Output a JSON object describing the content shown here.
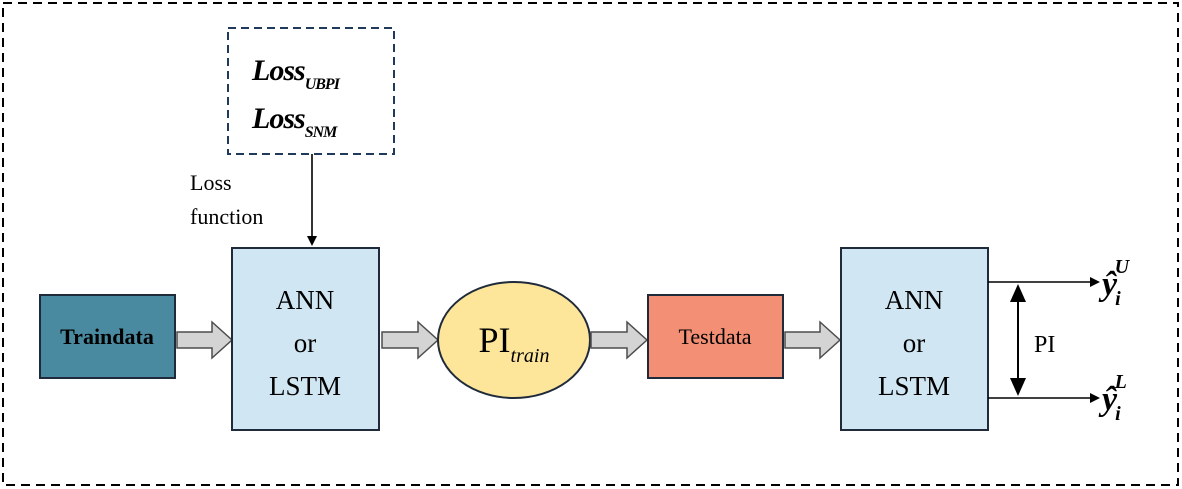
{
  "loss_box": {
    "line1_base": "Loss",
    "line1_sub": "UBPI",
    "line2_base": "Loss",
    "line2_sub": "SNM"
  },
  "loss_function_label": {
    "line1": "Loss",
    "line2": "function"
  },
  "traindata": {
    "label": "Traindata",
    "fill": "#4a8aa0"
  },
  "model1": {
    "line1": "ANN",
    "line2": "or",
    "line3": "LSTM",
    "fill": "#d0e6f2"
  },
  "pi_train": {
    "base": "PI",
    "sub": "train",
    "fill": "#fde59a"
  },
  "testdata": {
    "label": "Testdata",
    "fill": "#f28f75"
  },
  "model2": {
    "line1": "ANN",
    "line2": "or",
    "line3": "LSTM",
    "fill": "#d0e6f2"
  },
  "pi_label": "PI",
  "output_upper": {
    "base": "ŷ",
    "sub": "i",
    "sup": "U"
  },
  "output_lower": {
    "base": "ŷ",
    "sub": "i",
    "sup": "L"
  },
  "colors": {
    "border": "#1f2a3a",
    "arrow_fill": "#d4d4d4",
    "arrow_stroke": "#4d4d4d"
  }
}
